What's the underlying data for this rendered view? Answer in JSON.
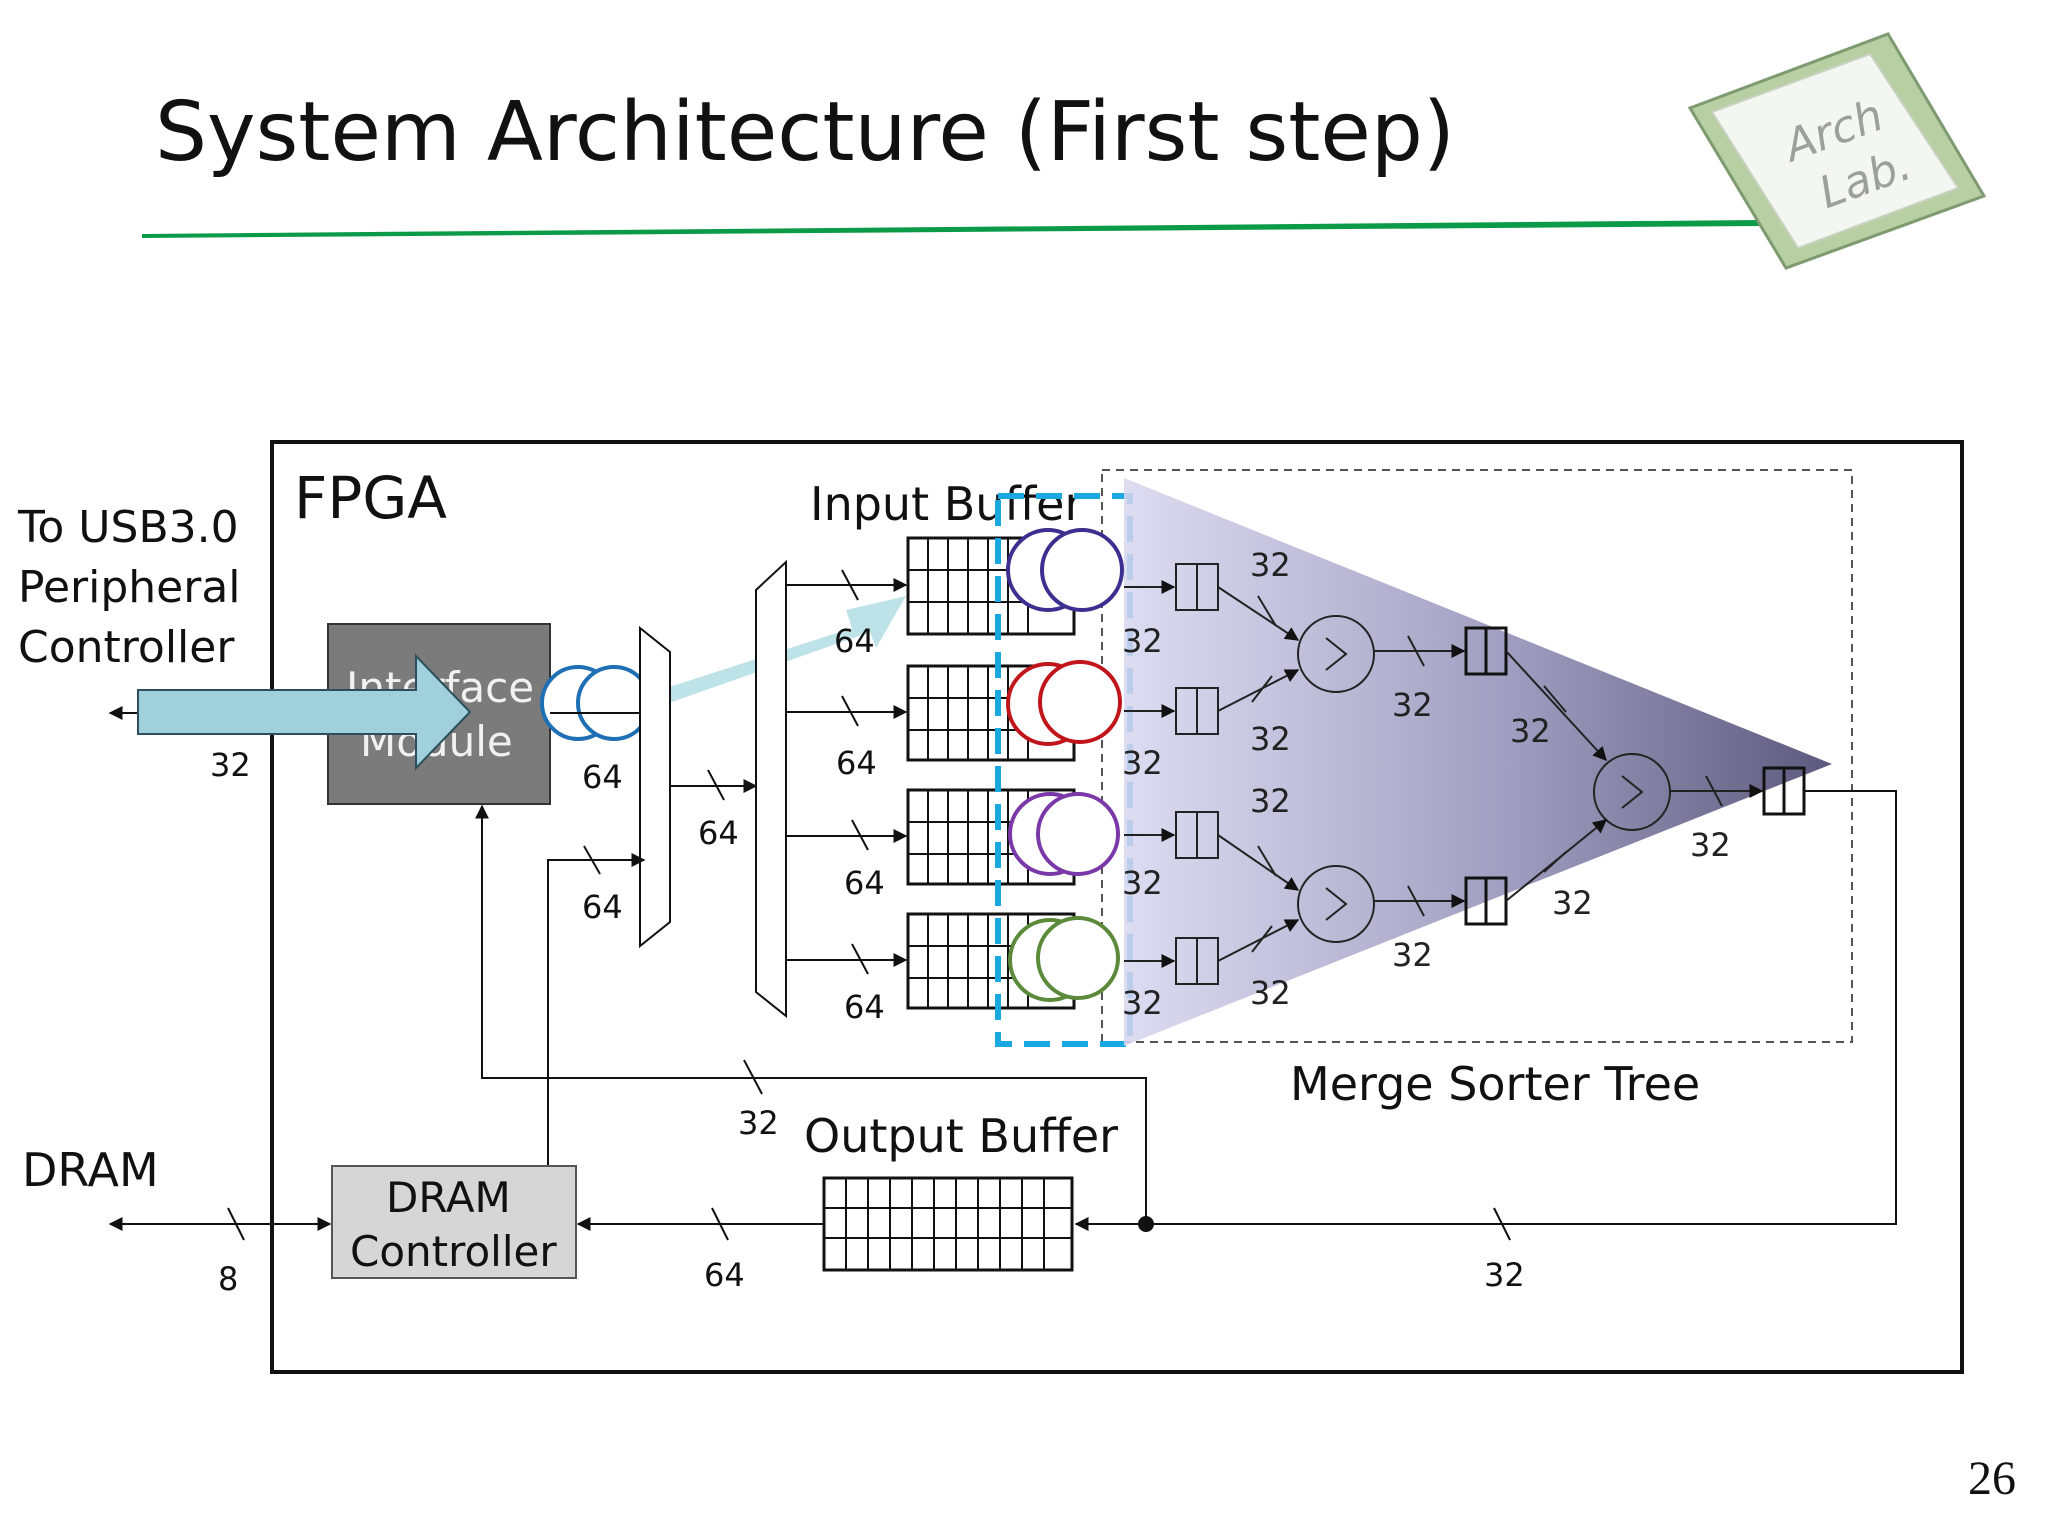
{
  "slide": {
    "title": "System Architecture (First step)",
    "page_number": "26",
    "logo_text": "Arch Lab.",
    "accent_color": "#0a9a48"
  },
  "diagram": {
    "fpga_label": "FPGA",
    "usb_label_lines": [
      "To USB3.0",
      "Peripheral",
      "Controller"
    ],
    "interface_module_lines": [
      "Interface",
      "Module"
    ],
    "input_buffer_label": "Input Buffer",
    "merge_sorter_tree_label": "Merge Sorter Tree",
    "output_buffer_label": "Output Buffer",
    "dram_label": "DRAM",
    "dram_controller_lines": [
      "DRAM",
      "Controller"
    ],
    "bus_widths": {
      "usb_link": "32",
      "interface_out": "64",
      "dram_feedback": "64",
      "mux1_out": "64",
      "in_buf_1": "64",
      "in_buf_2": "64",
      "in_buf_3": "64",
      "in_buf_4": "64",
      "leaf_1": "32",
      "leaf_2": "32",
      "leaf_3": "32",
      "leaf_4": "32",
      "leaf_1b": "32",
      "leaf_2b": "32",
      "leaf_3b": "32",
      "leaf_4b": "32",
      "comp1_out": "32",
      "comp2_out": "32",
      "level2_a": "32",
      "level2_b": "32",
      "root_out": "32",
      "feedback_to_interface": "32",
      "output_to_dram": "64",
      "tree_to_output": "32",
      "dram_link": "8"
    },
    "highlight_colors": {
      "arrow_fill": "#9fd0dc",
      "dashed_box": "#1aa8e0",
      "circle_interface": "#1f6fb5",
      "circle_row1": "#3b2f8f",
      "circle_row2": "#c0161b",
      "circle_row3": "#7a38a8",
      "circle_row4": "#5a8a3a",
      "tree_shade": "#4a4775"
    }
  }
}
